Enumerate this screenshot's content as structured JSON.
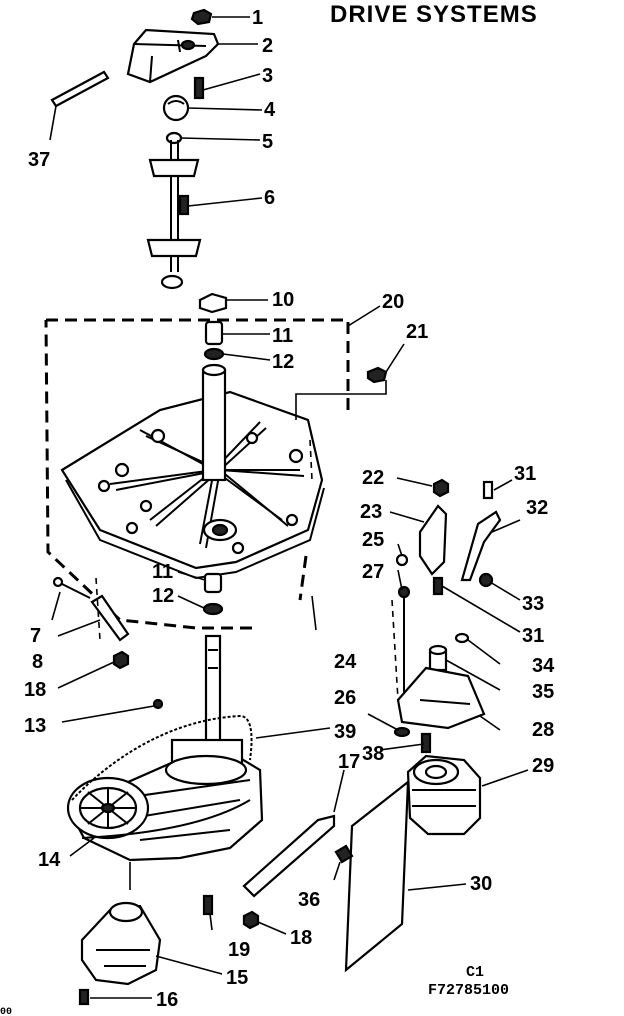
{
  "title": "DRIVE SYSTEMS",
  "footer_code_1": "C1",
  "footer_code_2": "F72785100",
  "corner_mark": "00",
  "callouts": [
    "1",
    "2",
    "3",
    "4",
    "5",
    "6",
    "10",
    "20",
    "11",
    "12",
    "21",
    "37",
    "22",
    "31",
    "23",
    "32",
    "25",
    "27",
    "33",
    "31",
    "11",
    "12",
    "7",
    "8",
    "18",
    "24",
    "34",
    "35",
    "13",
    "39",
    "26",
    "28",
    "38",
    "29",
    "17",
    "14",
    "36",
    "30",
    "19",
    "18",
    "15",
    "16"
  ]
}
